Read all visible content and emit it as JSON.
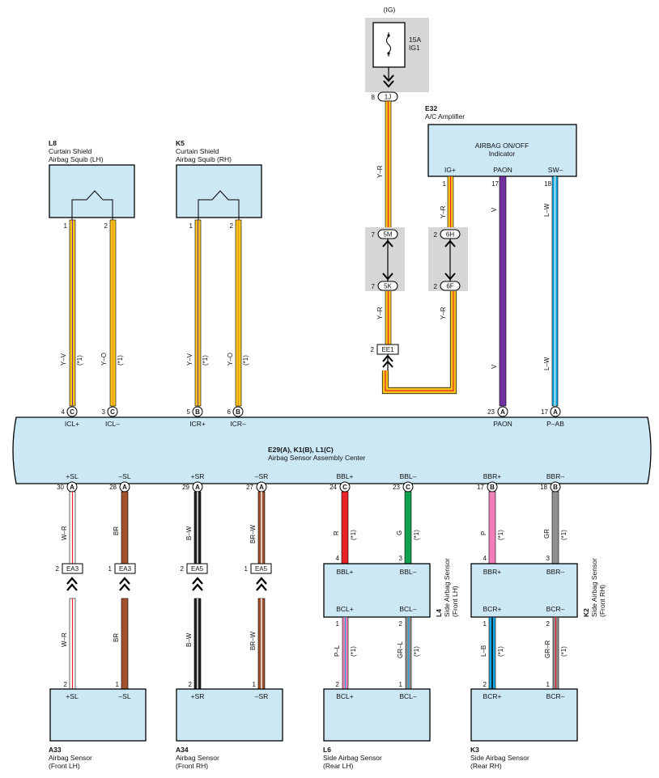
{
  "fuse": {
    "supply": "(IG)",
    "rating": "15A",
    "name": "IG1",
    "pin": "8",
    "connector": "1J"
  },
  "amp": {
    "code": "E32",
    "name": "A/C Amplifier",
    "line1": "AIRBAG ON/OFF",
    "line2": "Indicator",
    "pins": [
      {
        "label": "IG+",
        "num": "1"
      },
      {
        "label": "PAON",
        "num": "17"
      },
      {
        "label": "SW–",
        "num": "18"
      }
    ]
  },
  "upper_components": [
    {
      "code": "L8",
      "line1": "Curtain Shield",
      "line2": "Airbag Squib (LH)"
    },
    {
      "code": "K5",
      "line1": "Curtain Shield",
      "line2": "Airbag Squib (RH)"
    }
  ],
  "upper_wires": [
    {
      "top_pin": "1",
      "color": "Y–V",
      "note": "(*1)",
      "bottom_pin": "4",
      "conn": "C",
      "signal": "ICL+"
    },
    {
      "top_pin": "2",
      "color": "Y–O",
      "note": "(*1)",
      "bottom_pin": "3",
      "conn": "C",
      "signal": "ICL–"
    },
    {
      "top_pin": "1",
      "color": "Y–V",
      "note": "(*1)",
      "bottom_pin": "5",
      "conn": "B",
      "signal": "ICR+"
    },
    {
      "top_pin": "2",
      "color": "Y–O",
      "note": "(*1)",
      "bottom_pin": "6",
      "conn": "B",
      "signal": "ICR–"
    }
  ],
  "ig_wire": {
    "color_top": "Y–R",
    "j1": {
      "pin": "7",
      "id": "5M"
    },
    "j2": {
      "pin": "7",
      "id": "5K"
    },
    "color_mid": "Y–R",
    "ee": {
      "pin": "2",
      "id": "EE1"
    }
  },
  "amp_wire": {
    "color_top": "Y–R",
    "j1": {
      "pin": "2",
      "id": "6H"
    },
    "j2": {
      "pin": "2",
      "id": "6F"
    },
    "color_mid": "Y–R"
  },
  "paon_wire": {
    "color_top": "V",
    "color_bot": "V",
    "bottom_pin": "23",
    "conn": "A",
    "signal": "PAON"
  },
  "sw_wire": {
    "color_top": "L–W",
    "color_bot": "L–W",
    "bottom_pin": "17",
    "conn": "A",
    "signal": "P–AB"
  },
  "center": {
    "codes": "E29(A), K1(B), L1(C)",
    "name": "Airbag Sensor Assembly Center"
  },
  "bottom_pins": [
    {
      "signal": "+SL",
      "num": "30",
      "conn": "A"
    },
    {
      "signal": "–SL",
      "num": "28",
      "conn": "A"
    },
    {
      "signal": "+SR",
      "num": "29",
      "conn": "A"
    },
    {
      "signal": "–SR",
      "num": "27",
      "conn": "A"
    },
    {
      "signal": "BBL+",
      "num": "24",
      "conn": "C"
    },
    {
      "signal": "BBL–",
      "num": "23",
      "conn": "C"
    },
    {
      "signal": "BBR+",
      "num": "17",
      "conn": "B"
    },
    {
      "signal": "BBR–",
      "num": "18",
      "conn": "B"
    }
  ],
  "front_wires": [
    {
      "color_top": "W–R",
      "splice_pin": "2",
      "splice": "EA3",
      "color_bot": "W–R",
      "end_pin": "2"
    },
    {
      "color_top": "BR",
      "splice_pin": "1",
      "splice": "EA3",
      "color_bot": "BR",
      "end_pin": "1"
    },
    {
      "color_top": "B–W",
      "splice_pin": "2",
      "splice": "EA5",
      "color_bot": "B–W",
      "end_pin": "2"
    },
    {
      "color_top": "BR–W",
      "splice_pin": "1",
      "splice": "EA5",
      "color_bot": "BR–W",
      "end_pin": "1"
    }
  ],
  "side_upper_wires": [
    {
      "color": "R",
      "note": "(*1)",
      "pin": "4"
    },
    {
      "color": "G",
      "note": "(*1)",
      "pin": "3"
    },
    {
      "color": "P",
      "note": "(*1)",
      "pin": "4"
    },
    {
      "color": "GR",
      "note": "(*1)",
      "pin": "3"
    }
  ],
  "side_sensors": [
    {
      "top_left": "BBL+",
      "top_right": "BBL–",
      "bot_left": "BCL+",
      "bot_right": "BCL–",
      "code": "L4",
      "name": "Side Airbag Sensor",
      "pos": "(Front LH)"
    },
    {
      "top_left": "BBR+",
      "top_right": "BBR–",
      "bot_left": "BCR+",
      "bot_right": "BCR–",
      "code": "K2",
      "name": "Side Airbag Sensor",
      "pos": "(Front RH)"
    }
  ],
  "side_lower_wires": [
    {
      "top_pin": "1",
      "color": "P–L",
      "note": "(*1)",
      "bot_pin": "2"
    },
    {
      "top_pin": "2",
      "color": "GR–L",
      "note": "(*1)",
      "bot_pin": "1"
    },
    {
      "top_pin": "1",
      "color": "L–B",
      "note": "(*1)",
      "bot_pin": "2"
    },
    {
      "top_pin": "2",
      "color": "GR–R",
      "note": "(*1)",
      "bot_pin": "1"
    }
  ],
  "lower_components": [
    {
      "left": "+SL",
      "right": "–SL",
      "code": "A33",
      "name": "Airbag Sensor",
      "pos": "(Front LH)"
    },
    {
      "left": "+SR",
      "right": "–SR",
      "code": "A34",
      "name": "Airbag Sensor",
      "pos": "(Front RH)"
    },
    {
      "left": "BCL+",
      "right": "BCL–",
      "code": "L6",
      "name": "Side Airbag Sensor",
      "pos": "(Rear LH)"
    },
    {
      "left": "BCR+",
      "right": "BCR–",
      "code": "K3",
      "name": "Side Airbag Sensor",
      "pos": "(Rear RH)"
    }
  ],
  "colors": {
    "box_fill": "#cce8f5",
    "gray": "#d6d6d6",
    "yellow": "#f7c419",
    "red": "#e8202a",
    "violet": "#7030a0",
    "blue": "#19a8e0",
    "brown": "#a0522d",
    "green": "#10a050",
    "pink": "#f080b8",
    "grey_wire": "#909090",
    "light_violet": "#b08ad8"
  }
}
